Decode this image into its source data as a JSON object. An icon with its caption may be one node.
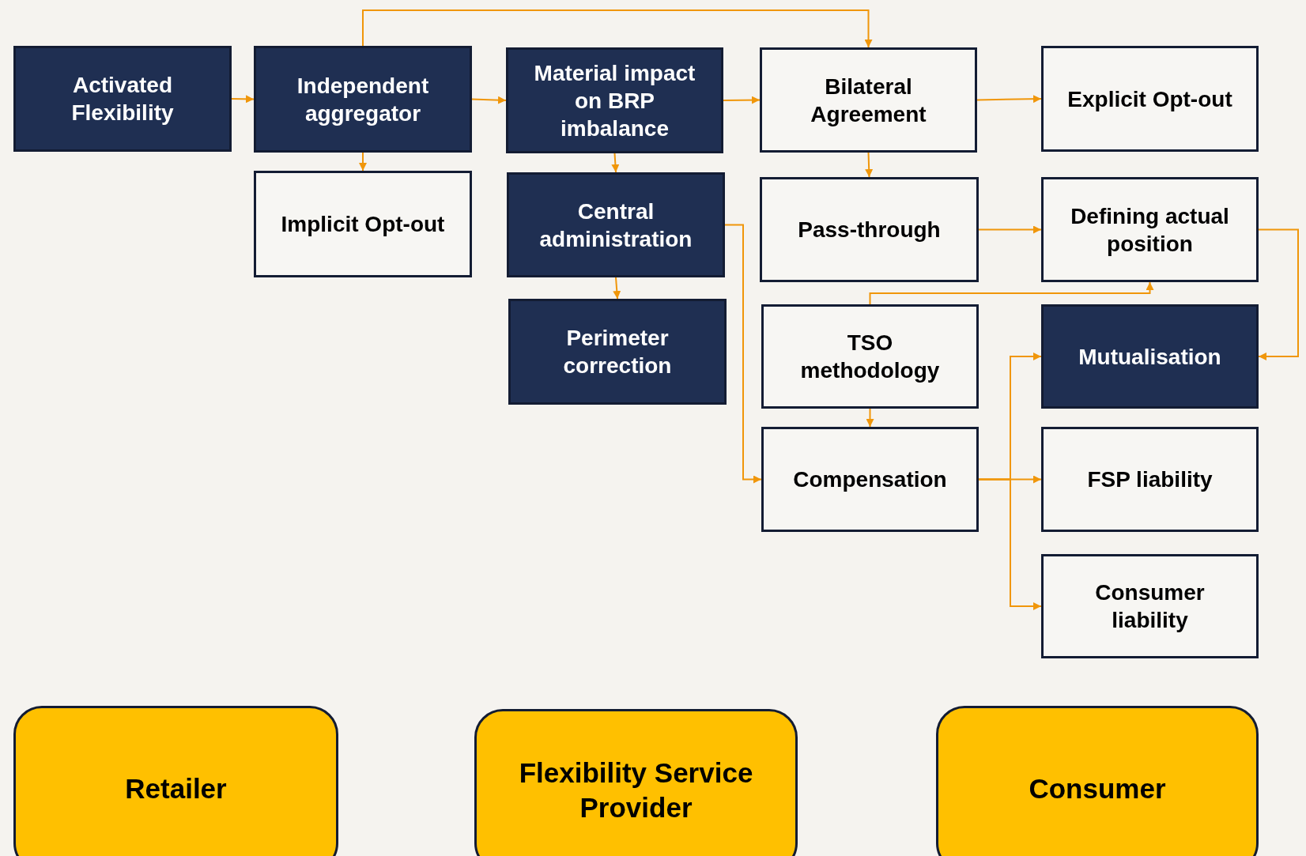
{
  "diagram": {
    "nodes": [
      {
        "text": [
          "Activated Flexibility"
        ]
      },
      {
        "text": [
          "Independent aggregator"
        ]
      },
      {
        "text": [
          "Material impact on BRP imbalance"
        ]
      },
      {
        "text": [
          "Bilateral Agreement"
        ]
      },
      {
        "text": [
          "Explicit Opt-out"
        ]
      },
      {
        "text": [
          "Implicit Opt-out"
        ]
      },
      {
        "text": [
          "Central administration"
        ]
      },
      {
        "text": [
          "Pass-through"
        ]
      },
      {
        "text": [
          "Defining actual position"
        ]
      },
      {
        "text": [
          "Perimeter correction"
        ]
      },
      {
        "text": [
          "TSO methodology"
        ]
      },
      {
        "text": [
          "Mutualisation"
        ]
      },
      {
        "text": [
          "Compensation"
        ]
      },
      {
        "text": [
          "FSP liability"
        ]
      },
      {
        "text": [
          "Consumer liability"
        ]
      },
      {
        "text": [
          "Retailer"
        ]
      },
      {
        "text": [
          "Flexibility Service Provider"
        ]
      },
      {
        "text": [
          "Consumer"
        ]
      }
    ],
    "edges": [
      {
        "from": 0,
        "to": 1,
        "arrow": "to"
      },
      {
        "from": 1,
        "to": 2,
        "arrow": "to"
      },
      {
        "from": 1,
        "to": 3,
        "arrow": "to"
      },
      {
        "from": 2,
        "to": 3,
        "arrow": "to"
      },
      {
        "from": 3,
        "to": 4,
        "arrow": "to"
      },
      {
        "from": 1,
        "to": 5,
        "arrow": "to"
      },
      {
        "from": 2,
        "to": 6,
        "arrow": "to"
      },
      {
        "from": 6,
        "to": 9,
        "arrow": "to"
      },
      {
        "from": 3,
        "to": 7,
        "arrow": "to"
      },
      {
        "from": 7,
        "to": 8,
        "arrow": "to"
      },
      {
        "from": 6,
        "to": 12,
        "arrow": "to"
      },
      {
        "from": 8,
        "to": 11,
        "arrow": "to"
      },
      {
        "from": 10,
        "to": 8,
        "arrow": "to"
      },
      {
        "from": 10,
        "to": 12,
        "arrow": "to"
      },
      {
        "from": 12,
        "to": 13,
        "arrow": "to"
      },
      {
        "from": 12,
        "to": 11,
        "arrow": "to"
      },
      {
        "from": 12,
        "to": 14,
        "arrow": "to"
      }
    ]
  }
}
